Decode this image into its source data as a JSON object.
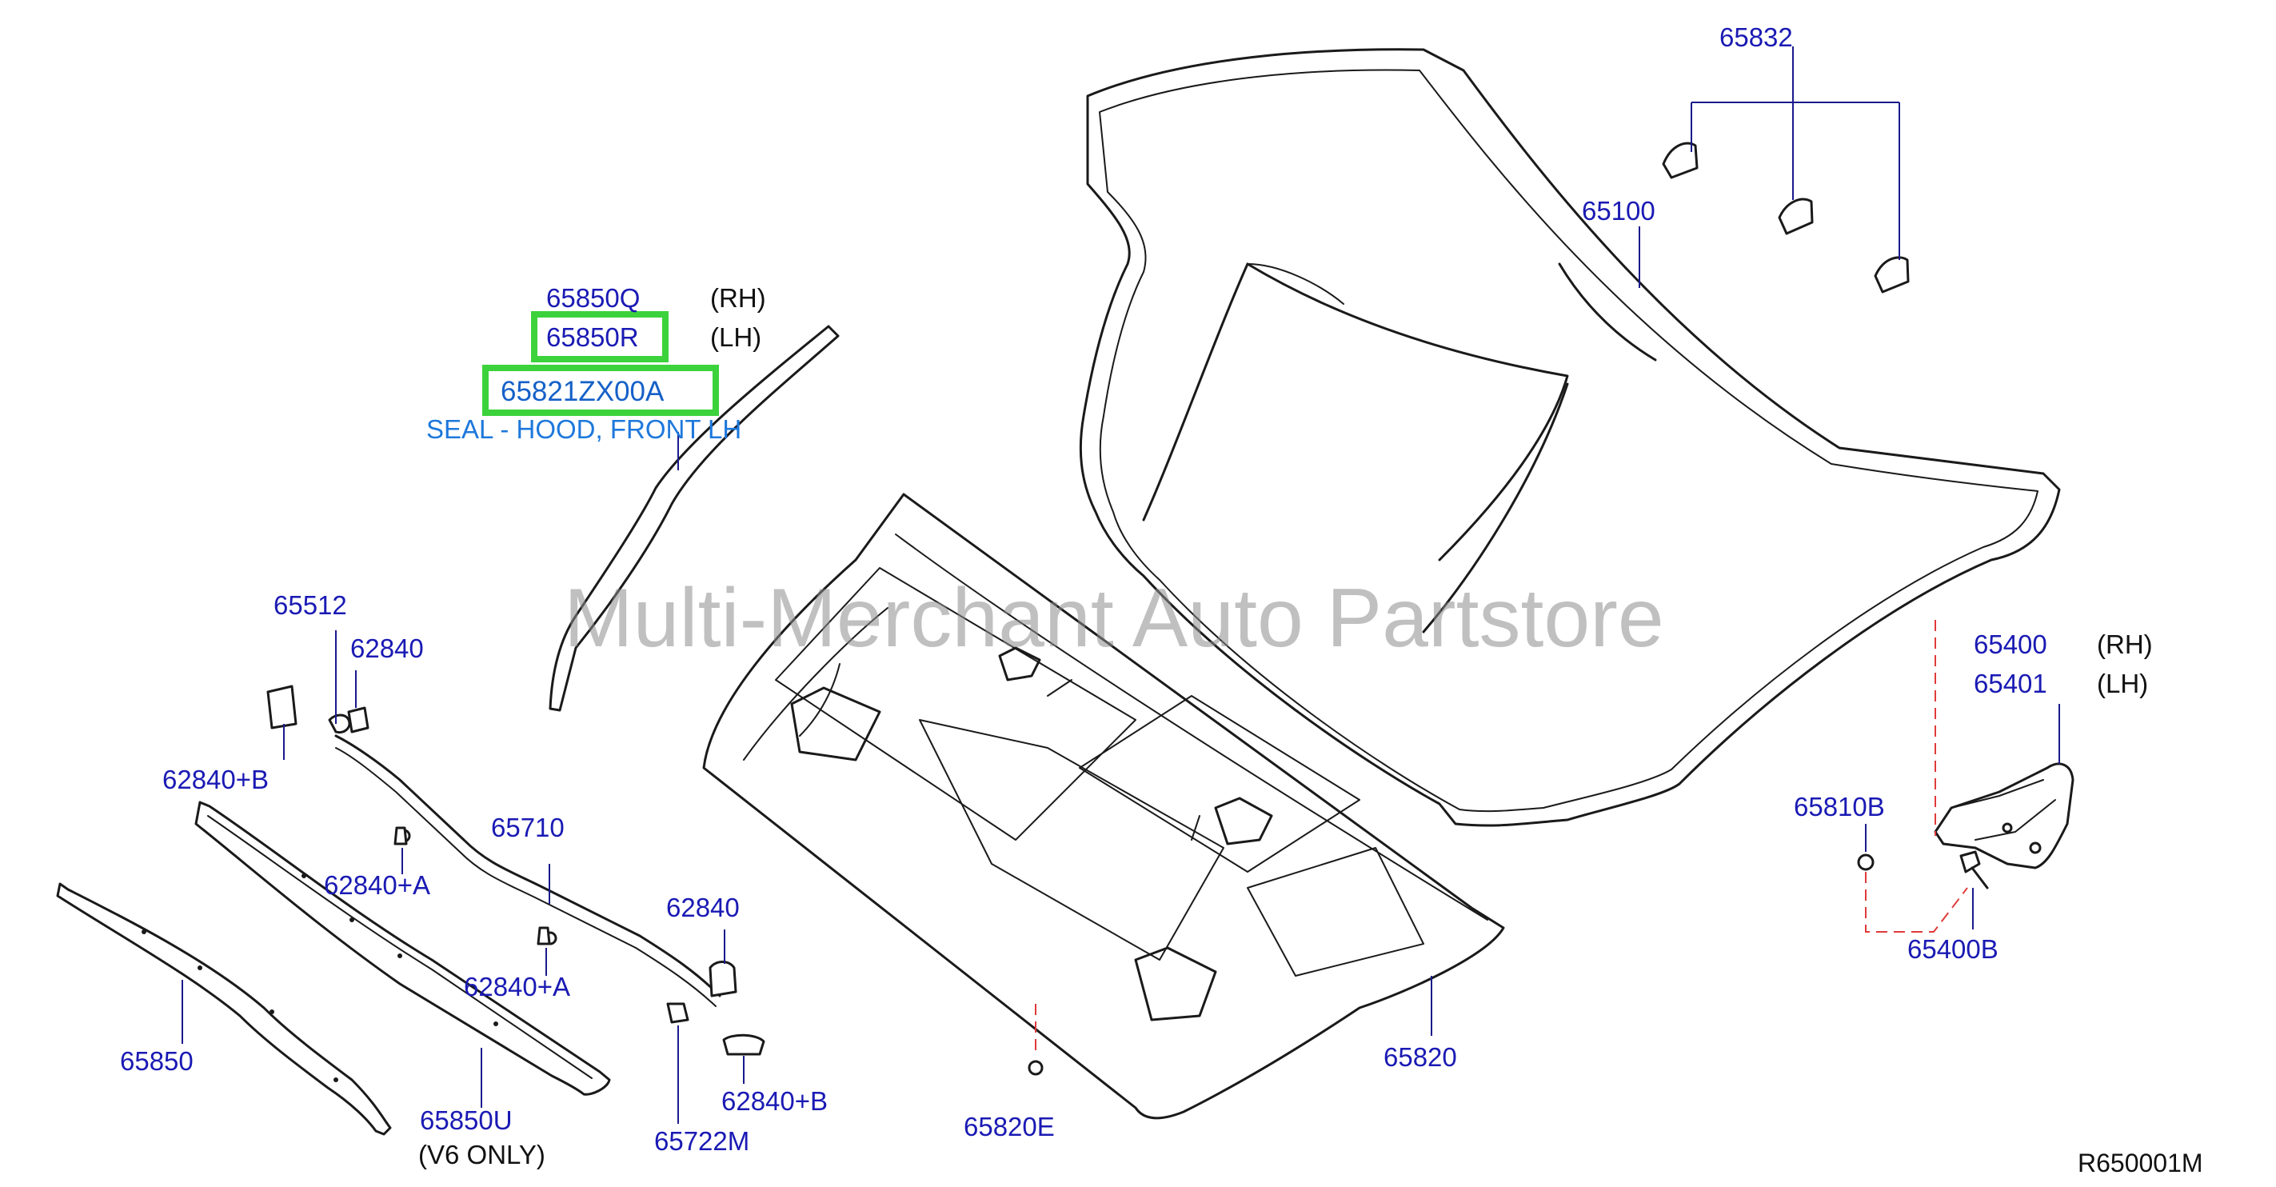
{
  "labels": {
    "p65832": "65832",
    "p65100": "65100",
    "p65850Q": "65850Q",
    "p65850R": "65850R",
    "p65821": "65821ZX00A",
    "seal_desc": "SEAL - HOOD, FRONT LH",
    "p65512": "65512",
    "p62840_top": "62840",
    "p62840B_left": "62840+B",
    "p65710": "65710",
    "p62840A_1": "62840+A",
    "p62840A_2": "62840+A",
    "p62840_mid": "62840",
    "p62840B_bottom": "62840+B",
    "p65850": "65850",
    "p65850U": "65850U",
    "v6_only": "(V6   ONLY)",
    "p65722M": "65722M",
    "p65820E": "65820E",
    "p65820": "65820",
    "p65400": "65400",
    "p65401": "65401",
    "p65810B": "65810B",
    "p65400B": "65400B",
    "rh_1": "(RH)",
    "lh_1": "(LH)",
    "rh_2": "(RH)",
    "lh_2": "(LH)",
    "ref_code": "R650001M"
  },
  "watermark": "Multi-Merchant Auto Partstore",
  "colors": {
    "part_number": "#1a1ab4",
    "highlight_box": "#3cd23c",
    "description": "#1e78dc",
    "leader_dashed": "#e03a3a",
    "line_art": "#1a1a1a"
  }
}
